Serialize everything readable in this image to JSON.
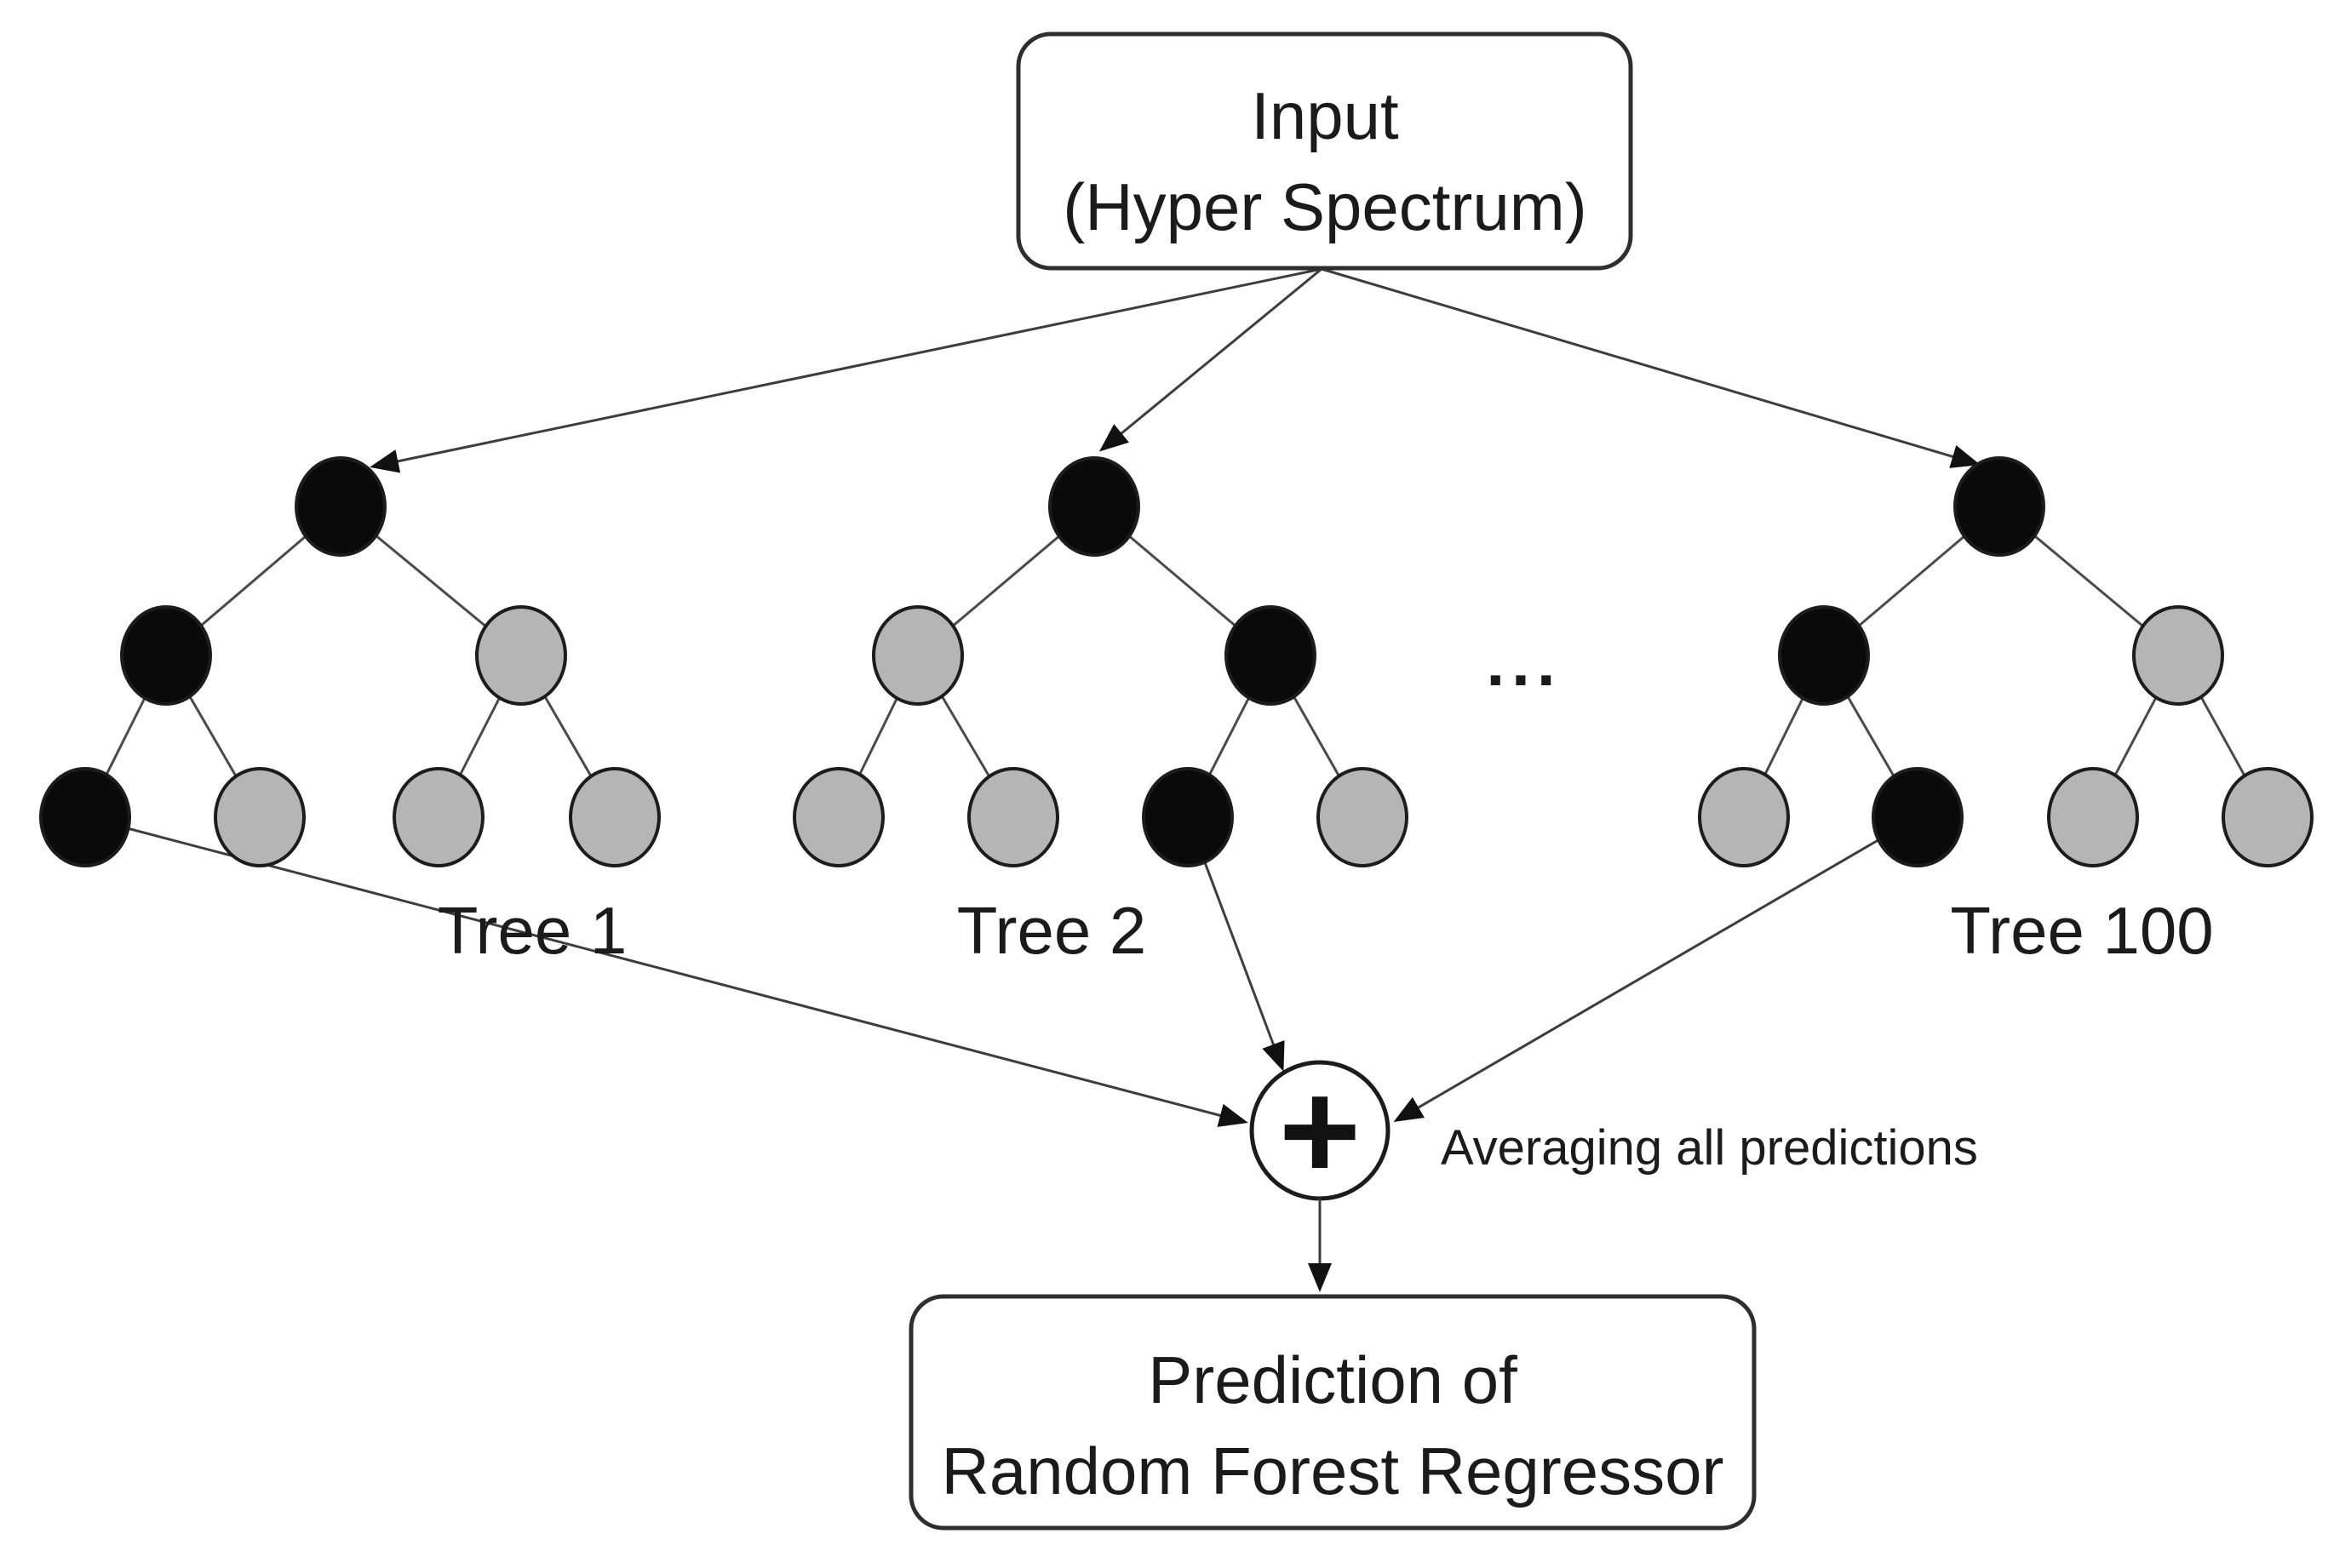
{
  "diagram": {
    "input_box": {
      "line1": "Input",
      "line2": "(Hyper Spectrum)"
    },
    "trees": [
      {
        "label": "Tree 1",
        "nodes": [
          "#0a0a0a",
          "#0a0a0a",
          "#b5b5b5",
          "#0a0a0a",
          "#b5b5b5",
          "#b5b5b5",
          "#b5b5b5"
        ]
      },
      {
        "label": "Tree 2",
        "nodes": [
          "#0a0a0a",
          "#b5b5b5",
          "#0a0a0a",
          "#b5b5b5",
          "#b5b5b5",
          "#0a0a0a",
          "#b5b5b5"
        ]
      },
      {
        "label": "Tree 100",
        "nodes": [
          "#0a0a0a",
          "#0a0a0a",
          "#b5b5b5",
          "#b5b5b5",
          "#0a0a0a",
          "#b5b5b5",
          "#b5b5b5"
        ]
      }
    ],
    "ellipsis": "...",
    "sum_symbol": "+",
    "averaging_label": "Averaging all predictions",
    "output_box": {
      "line1": "Prediction of",
      "line2": "Random Forest Regressor"
    },
    "colors": {
      "selected_node": "#0a0a0a",
      "unselected_node": "#b5b5b5",
      "node_outline": "#1c1c1c",
      "line": "#3d3d3d",
      "text": "#1b1b1b",
      "background": "#ffffff"
    }
  }
}
